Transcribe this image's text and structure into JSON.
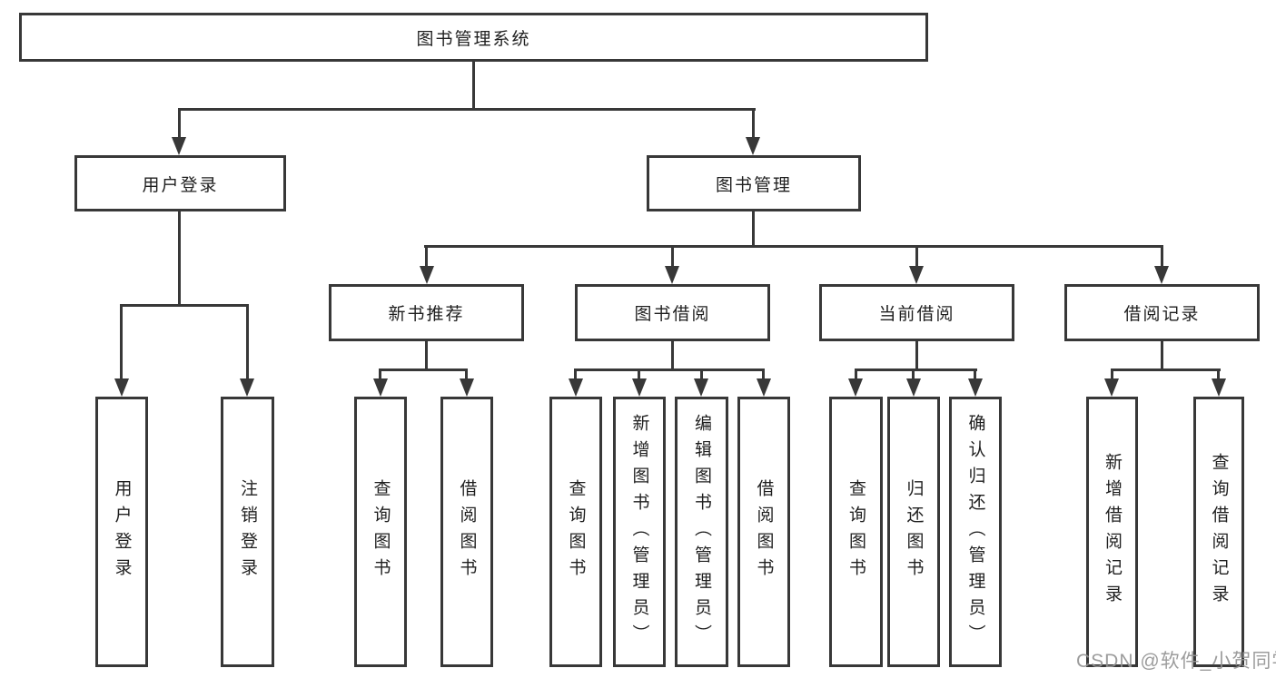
{
  "title": {
    "label": "图书管理系统"
  },
  "level2": {
    "user_login": {
      "label": "用户登录"
    },
    "book_mgmt": {
      "label": "图书管理"
    }
  },
  "level3": {
    "new_books": {
      "label": "新书推荐"
    },
    "book_borrow": {
      "label": "图书借阅"
    },
    "current_borrow": {
      "label": "当前借阅"
    },
    "borrow_records": {
      "label": "借阅记录"
    }
  },
  "leaves": {
    "user_login_leaf": {
      "label": "用户登录"
    },
    "logout": {
      "label": "注销登录"
    },
    "nb_query": {
      "label": "查询图书"
    },
    "nb_borrow": {
      "label": "借阅图书"
    },
    "bb_query": {
      "label": "查询图书"
    },
    "bb_add": {
      "label": "新增图书（管理员）"
    },
    "bb_edit": {
      "label": "编辑图书（管理员）"
    },
    "bb_borrow": {
      "label": "借阅图书"
    },
    "cb_query": {
      "label": "查询图书"
    },
    "cb_return": {
      "label": "归还图书"
    },
    "cb_confirm": {
      "label": "确认归还（管理员）"
    },
    "br_add": {
      "label": "新增借阅记录"
    },
    "br_query": {
      "label": "查询借阅记录"
    }
  },
  "watermark": {
    "text": "CSDN @软件_小贺同学"
  },
  "colors": {
    "line": "#383838",
    "text": "#1f1f1f",
    "watermark": "#949494",
    "background": "#ffffff"
  }
}
